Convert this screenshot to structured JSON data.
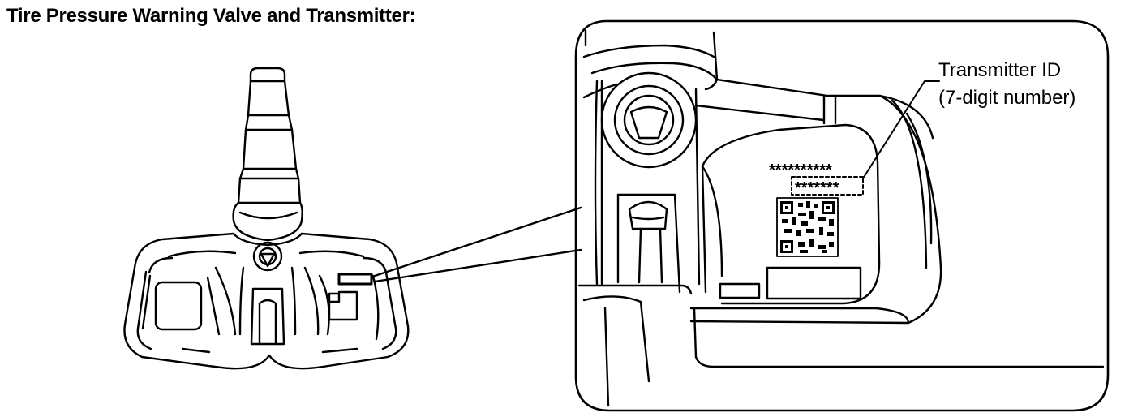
{
  "title": "Tire Pressure Warning Valve and Transmitter:",
  "callout": {
    "line1": "Transmitter ID",
    "line2": "(7-digit number)"
  },
  "label_marks": {
    "row1": "**********",
    "row2": "*******"
  },
  "colors": {
    "line": "#000000",
    "background": "#ffffff"
  }
}
